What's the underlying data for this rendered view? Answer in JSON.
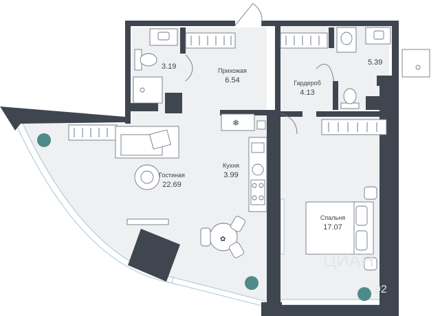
{
  "rooms": [
    {
      "id": "bathroom1",
      "name": "",
      "area": "3.19"
    },
    {
      "id": "hallway",
      "name": "Прихожая",
      "area": "6.54"
    },
    {
      "id": "wardrobe",
      "name": "Гардероб",
      "area": "4.13"
    },
    {
      "id": "bathroom2",
      "name": "",
      "area": "5.39"
    },
    {
      "id": "living",
      "name": "Гостиная",
      "area": "22.69"
    },
    {
      "id": "kitchen",
      "name": "Кухня",
      "area": "3.99"
    },
    {
      "id": "bedroom",
      "name": "Спальня",
      "area": "17.07"
    }
  ],
  "watermark": {
    "brand": "ЦИАН",
    "code": "92"
  },
  "colors": {
    "wall": "#3f4650",
    "floor": "#eef0f2",
    "furniture_line": "#6e7885",
    "plant": "#4d8b89",
    "glass": "#a8c6d3"
  }
}
